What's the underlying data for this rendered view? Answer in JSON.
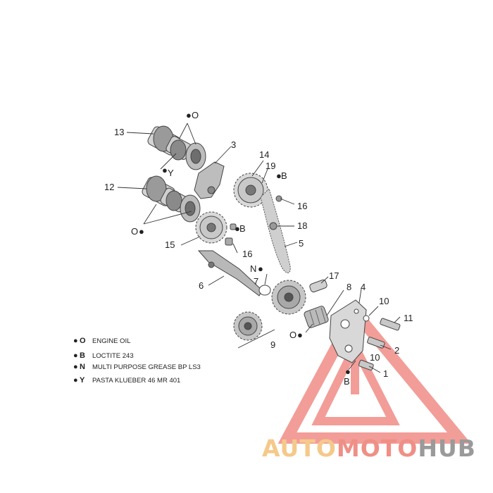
{
  "callouts": {
    "c1": "1",
    "c2": "2",
    "c3": "3",
    "c4": "4",
    "c5": "5",
    "c6": "6",
    "c7": "7",
    "c8": "8",
    "c9": "9",
    "c10a": "10",
    "c10b": "10",
    "c11": "11",
    "c12": "12",
    "c13": "13",
    "c14": "14",
    "c15": "15",
    "c16a": "16",
    "c16b": "16",
    "c17": "17",
    "c18": "18",
    "c19": "19"
  },
  "lube_marks": {
    "o_top": "O",
    "o_mid": "O",
    "o_low": "O",
    "y_mark": "Y",
    "b_upper": "B",
    "b_mid": "B",
    "b_low": "B",
    "n_mark": "N"
  },
  "legend": [
    {
      "code": "O",
      "text": "ENGINE OIL"
    },
    {
      "code": "B",
      "text": "LOCTITE 243"
    },
    {
      "code": "N",
      "text": "MULTI PURPOSE GREASE BP LS3"
    },
    {
      "code": "Y",
      "text": "PASTA KLUEBER 46 MR 401"
    }
  ],
  "watermark": {
    "part1": "AUTO",
    "part2": "MOTO",
    "part3": "HUB",
    "colors": {
      "auto": "#f5c98a",
      "moto": "#ef8f86",
      "hub": "#9a9a9a",
      "triangle": "#ee7d76"
    }
  }
}
